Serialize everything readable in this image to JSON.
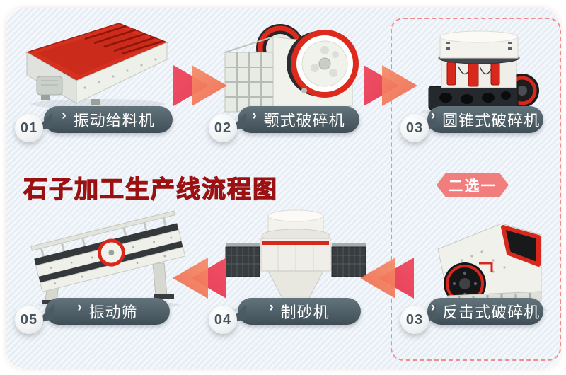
{
  "title": {
    "text": "石子加工生产线流程图",
    "color": "#9b1111"
  },
  "badge": {
    "text": "二选一",
    "color": "#f27d7d"
  },
  "icons": {
    "chevron": "›"
  },
  "flow": {
    "top_row_direction": "left-to-right",
    "bottom_row_direction": "right-to-left"
  },
  "stations": [
    {
      "id": "vibrating-feeder",
      "num": "01",
      "label": "振动给料机"
    },
    {
      "id": "jaw-crusher",
      "num": "02",
      "label": "颚式破碎机"
    },
    {
      "id": "cone-crusher",
      "num": "03",
      "label": "圆锥式破碎机"
    },
    {
      "id": "impact-crusher",
      "num": "03",
      "label": "反击式破碎机"
    },
    {
      "id": "sand-maker",
      "num": "04",
      "label": "制砂机"
    },
    {
      "id": "vibrating-screen",
      "num": "05",
      "label": "振动筛"
    }
  ],
  "choose_one_group": {
    "note": "二选一",
    "members": [
      "圆锥式破碎机",
      "反击式破碎机"
    ]
  },
  "colors": {
    "panel_stripe_light": "#f5f8fb",
    "panel_stripe_dark": "#e7edf4",
    "bubble": "#46555d",
    "number_text": "#46555d",
    "arrow_primary": "#e94a5f",
    "arrow_secondary": "#f3805f",
    "machine_red": "#d8281e",
    "dashed_border": "#f28b8b",
    "title_red": "#9b1111",
    "badge_pink": "#f27d7d"
  }
}
